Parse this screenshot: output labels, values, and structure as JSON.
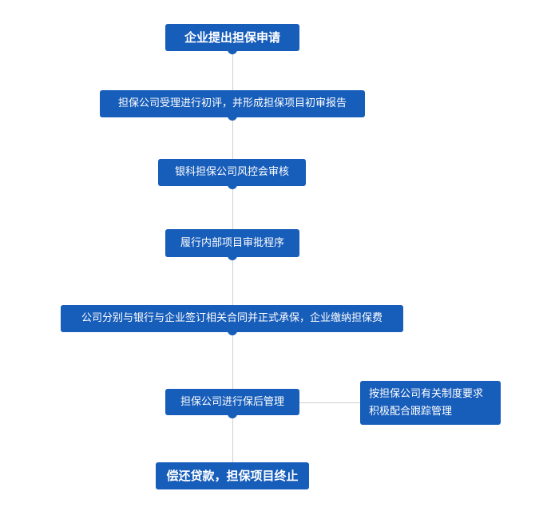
{
  "steps": [
    "企业提出担保申请",
    "担保公司受理进行初评，并形成担保项目初审报告",
    "银科担保公司风控会审核",
    "履行内部项目审批程序",
    "公司分别与银行与企业签订相关合同并正式承保，企业缴纳担保费",
    "担保公司进行保后管理",
    "偿还贷款，担保项目终止"
  ],
  "side_note": {
    "line1": "按担保公司有关制度要求",
    "line2": "积极配合跟踪管理"
  },
  "colors": {
    "box": "#175dba",
    "connector": "#cfcfcf"
  }
}
